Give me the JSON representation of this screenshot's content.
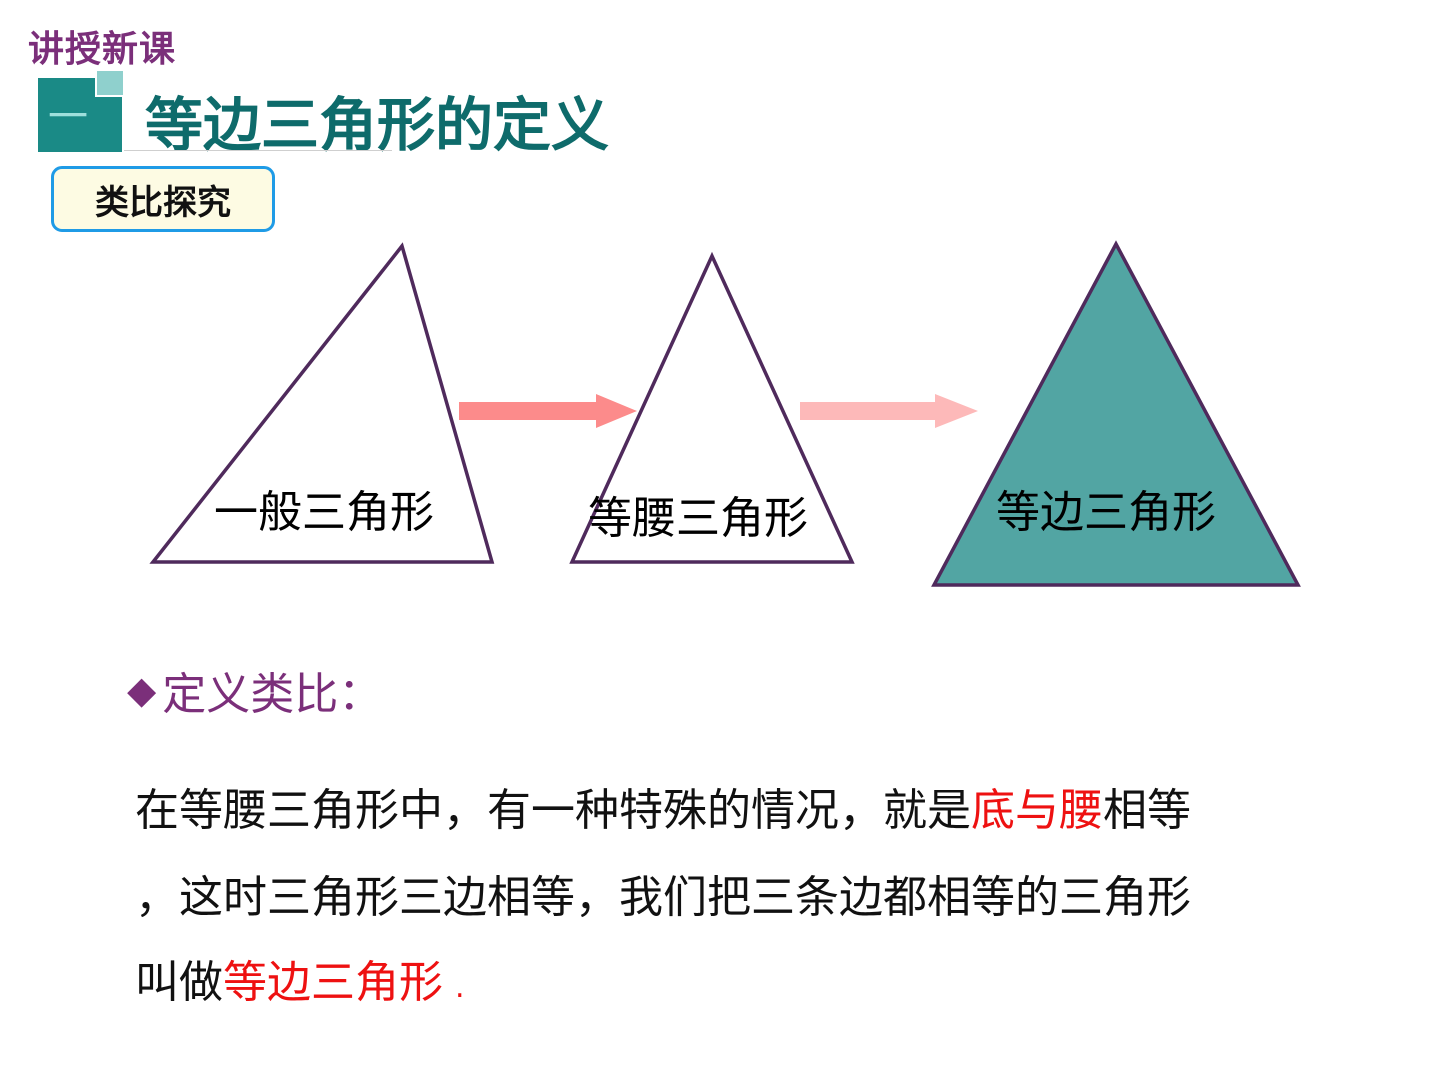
{
  "header": {
    "section_label": "讲授新课",
    "number": "一",
    "title": "等边三角形的定义"
  },
  "badge": {
    "label": "类比探究"
  },
  "figure": {
    "triangles": [
      {
        "label": "一般三角形",
        "fill": "none"
      },
      {
        "label": "等腰三角形",
        "fill": "none"
      },
      {
        "label": "等边三角形",
        "fill": "#52a5a3"
      }
    ],
    "stroke_color": "#4f2a5c",
    "arrow_colors": [
      "#fc8b8b",
      "#fdb9b9"
    ]
  },
  "definition": {
    "heading_marker": "◆",
    "heading": "定义类比：",
    "line1_a": "在等腰三角形中，有一种特殊的情况，就是",
    "line1_red": "底与腰",
    "line1_b": "相等",
    "line2": "，这时三角形三边相等，我们把三条边都相等的三角形",
    "line3_a": "叫做",
    "line3_red": "等边三角形",
    "line3_end": "."
  },
  "colors": {
    "purple": "#7b2f7a",
    "teal": "#0e6b6b",
    "red": "#ee1111",
    "badge_border": "#1f9be6"
  }
}
